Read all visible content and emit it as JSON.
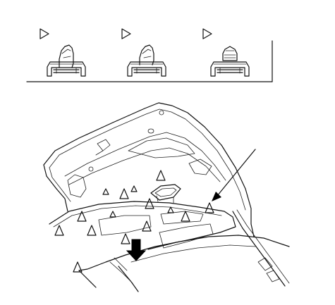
{
  "diagram": {
    "kind": "trunk-lid-trim-clip-removal",
    "step_markers": [
      {
        "icon": "triangle-marker-icon"
      },
      {
        "icon": "triangle-marker-icon"
      },
      {
        "icon": "triangle-marker-icon"
      }
    ],
    "clip_steps": [
      {
        "state": "clip-seated"
      },
      {
        "state": "clip-lifted"
      },
      {
        "state": "clip-removed"
      }
    ],
    "main_view": {
      "subject": "trunk-lid-inner-trim-panel",
      "clip_markers": 15,
      "indicator": "down-arrow-icon"
    }
  }
}
